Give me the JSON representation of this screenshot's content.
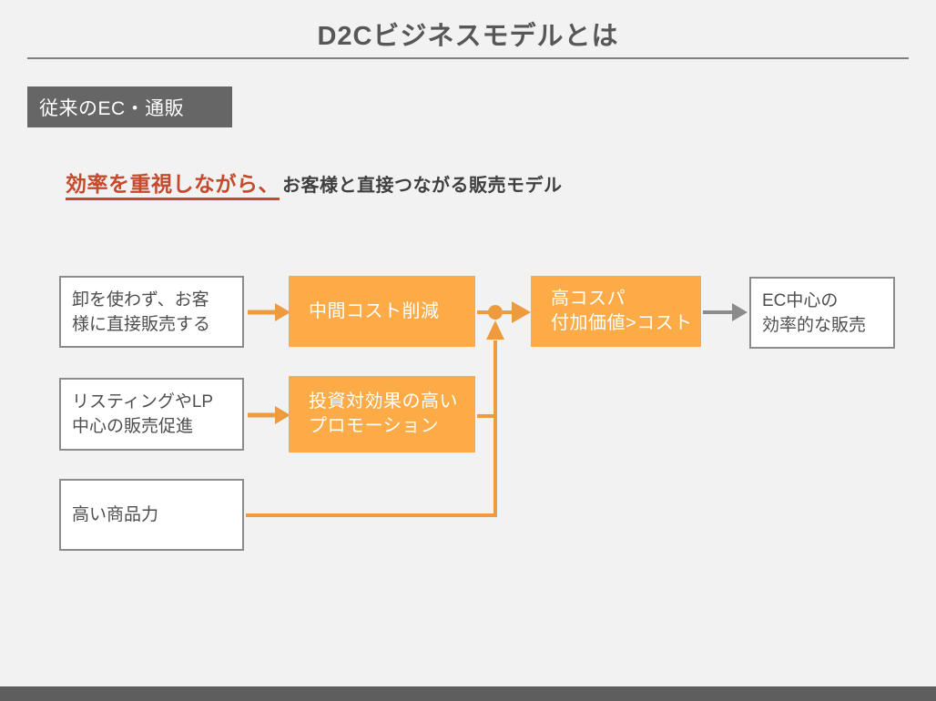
{
  "slide": {
    "title": "D2Cビジネスモデルとは",
    "section_tag": "従来のEC・通販",
    "lead": {
      "emphasis": "効率を重視しながら、",
      "body": "お客様と直接つながる販売モデル"
    },
    "flow": {
      "sources": [
        {
          "lines": [
            "卸を使わず、お客",
            "様に直接販売する"
          ]
        },
        {
          "lines": [
            "リスティングやLP",
            "中心の販売促進"
          ]
        },
        {
          "lines": [
            "高い商品力"
          ]
        }
      ],
      "effects": [
        {
          "lines": [
            "中間コスト削減"
          ]
        },
        {
          "lines": [
            "投資対効果の高い",
            "プロモーション"
          ]
        }
      ],
      "outcome": {
        "lines": [
          "高コスパ",
          "付加価値>コスト"
        ]
      },
      "result": {
        "lines": [
          "EC中心の",
          "効率的な販売"
        ]
      }
    },
    "colors": {
      "background": "#F2F2F2",
      "accent_orange": "#FCAB47",
      "connector_orange": "#EE9B3F",
      "box_border_gray": "#8C8C8C",
      "arrow_gray": "#8C8C8C",
      "section_tag_bg": "#666666",
      "emphasis_red": "#C5492B",
      "title_gray": "#575757",
      "footer_bar": "#5E5E5E"
    }
  }
}
